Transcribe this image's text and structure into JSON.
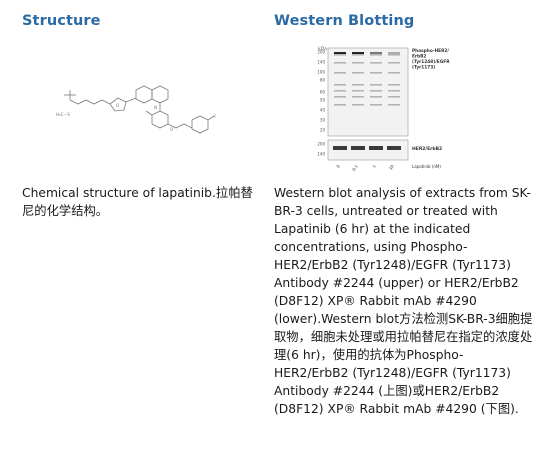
{
  "structure": {
    "heading": "Structure",
    "caption": "Chemical structure of lapatinib.拉帕替尼的化学结构。",
    "image_label": "H₃C—S"
  },
  "western": {
    "heading": "Western Blotting",
    "caption": "Western blot analysis of extracts from SK-BR-3 cells, untreated or treated with Lapatinib (6 hr) at the indicated concentrations, using Phospho-HER2/ErbB2 (Tyr1248)/EGFR (Tyr1173) Antibody #2244 (upper) or HER2/ErbB2 (D8F12) XP® Rabbit mAb #4290 (lower).Western blot方法检测SK-BR-3细胞提取物，细胞未处理或用拉帕替尼在指定的浓度处理(6 hr)，使用的抗体为Phospho-HER2/ErbB2 (Tyr1248)/EGFR (Tyr1173) Antibody #2244 (上图)或HER2/ErbB2 (D8F12) XP® Rabbit mAb #4290 (下图).",
    "blot": {
      "kda_header": "kDa",
      "markers_upper": [
        "200",
        "140",
        "100",
        "80",
        "60",
        "50",
        "40",
        "30",
        "20"
      ],
      "markers_lower": [
        "200",
        "140"
      ],
      "label_upper": "Phospho-HER2/ErbB2 (Tyr1248)/EGFR (Tyr1173)",
      "label_upper_lines": [
        "Phospho-HER2/",
        "ErbB2",
        "(Tyr1248)/EGFR",
        "(Tyr1173)"
      ],
      "label_lower": "HER2/ErbB2",
      "lanes": [
        "0",
        "0.1",
        "1",
        "10"
      ],
      "x_axis_label": "Lapatinib (nM)"
    }
  }
}
